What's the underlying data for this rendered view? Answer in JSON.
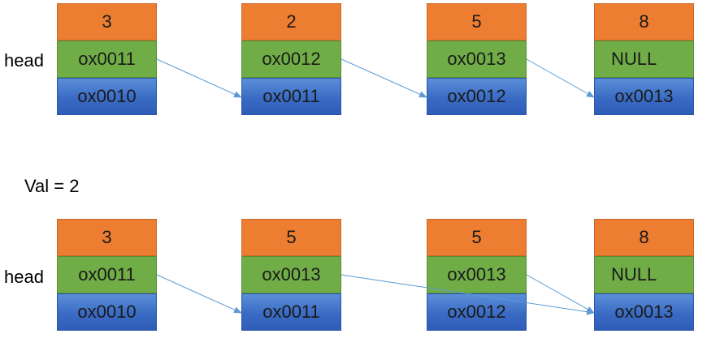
{
  "colors": {
    "value_cell": "#ED7D31",
    "next_cell": "#70AD47",
    "address_cell": "#3A6BC4",
    "arrow": "#5B9BD5"
  },
  "top_list": {
    "head_label": "head",
    "nodes": [
      {
        "value": "3",
        "next": "ox0011",
        "address": "ox0010"
      },
      {
        "value": "2",
        "next": "ox0012",
        "address": "ox0011"
      },
      {
        "value": "5",
        "next": "ox0013",
        "address": "ox0012"
      },
      {
        "value": "8",
        "next": "NULL",
        "address": "ox0013"
      }
    ]
  },
  "condition": "Val = 2",
  "bottom_list": {
    "head_label": "head",
    "nodes": [
      {
        "value": "3",
        "next": "ox0011",
        "address": "ox0010"
      },
      {
        "value": "5",
        "next": "ox0013",
        "address": "ox0011"
      },
      {
        "value": "5",
        "next": "ox0013",
        "address": "ox0012"
      },
      {
        "value": "8",
        "next": "NULL",
        "address": "ox0013"
      }
    ]
  }
}
